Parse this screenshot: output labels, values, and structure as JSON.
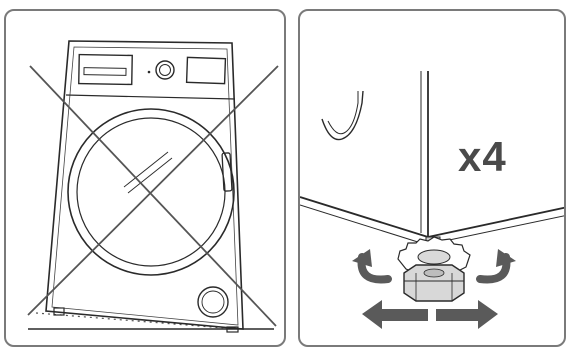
{
  "left_panel": {
    "subject": "washing-machine",
    "status": "incorrect"
  },
  "right_panel": {
    "subject": "adjustable-feet",
    "quantity_label": "x4"
  },
  "colors": {
    "frame": "#7a7a7a",
    "line": "#2a2a2a",
    "cross": "#555555",
    "arrow": "#5a5a5a"
  }
}
